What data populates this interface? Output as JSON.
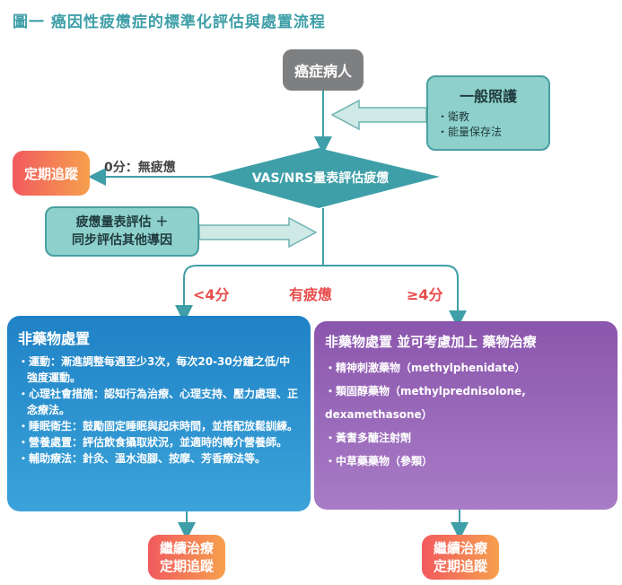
{
  "title": "圖一 癌因性疲憊症的標準化評估與處置流程",
  "patient": "癌症病人",
  "general_care": {
    "title": "一般照護",
    "items": [
      "衛教",
      "能量保存法"
    ]
  },
  "assessment": "VAS/NRS量表評估疲憊",
  "regular_followup": "定期追蹤",
  "zero_score": "0分：無疲憊",
  "fatigue_scale": {
    "line1": "疲憊量表評估 ＋",
    "line2": "同步評估其他導因"
  },
  "branch": {
    "lt4": "<4分",
    "has_fatigue": "有疲憊",
    "ge4": "≥4分"
  },
  "nonpharm": {
    "title": "非藥物處置",
    "items": [
      "運動：漸進調整每週至少3次，每次20-30分鐘之低/中強度運動。",
      "心理社會措施：認知行為治療、心理支持、壓力處理、正念療法。",
      "睡眠衛生：鼓勵固定睡眠與起床時間，並搭配放鬆訓練。",
      "營養處置：評估飲食攝取狀況，並適時的轉介營養師。",
      "輔助療法：針灸、溫水泡腳、按摩、芳香療法等。"
    ]
  },
  "pharm": {
    "title": "非藥物處置 並可考慮加上 藥物治療",
    "items": [
      "精神刺激藥物（methylphenidate）",
      "類固醇藥物（methylprednisolone, dexamethasone）",
      "黃耆多醣注射劑",
      "中草藥藥物（參類）"
    ]
  },
  "continue_left": {
    "line1": "繼續治療",
    "line2": "定期追蹤"
  },
  "continue_right": {
    "line1": "繼續治療",
    "line2": "定期追蹤"
  },
  "colors": {
    "teal": "#3f9fa8",
    "light_teal": "#8ed1cc",
    "gray": "#7d7f81",
    "orange_start": "#f15a5f",
    "orange_end": "#f6a04d",
    "blue": "#1f82c6",
    "purple": "#8b56ad",
    "red_text": "#e84c4c"
  }
}
